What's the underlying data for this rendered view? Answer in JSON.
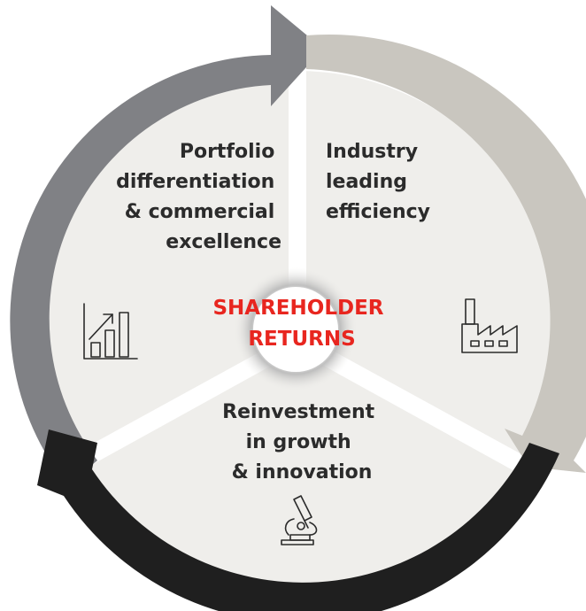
{
  "segments": {
    "portfolio": {
      "lines": [
        "Portfolio",
        "differentiation",
        "& commercial",
        "excellence"
      ],
      "icon": "bar-chart-growth-icon"
    },
    "efficiency": {
      "lines": [
        "Industry",
        "leading",
        "efficiency"
      ],
      "icon": "factory-icon"
    },
    "reinvestment": {
      "lines": [
        "Reinvestment",
        "in growth",
        "& innovation"
      ],
      "icon": "microscope-icon"
    }
  },
  "center": {
    "lines": [
      "SHAREHOLDER",
      "RETURNS"
    ]
  },
  "colors": {
    "arrow_left": "#808185",
    "arrow_right": "#c9c6bf",
    "arrow_bottom": "#1f1f1f",
    "inner_disc": "#efeeeb",
    "center_text": "#e8261f",
    "label_text": "#2b2b2b"
  }
}
